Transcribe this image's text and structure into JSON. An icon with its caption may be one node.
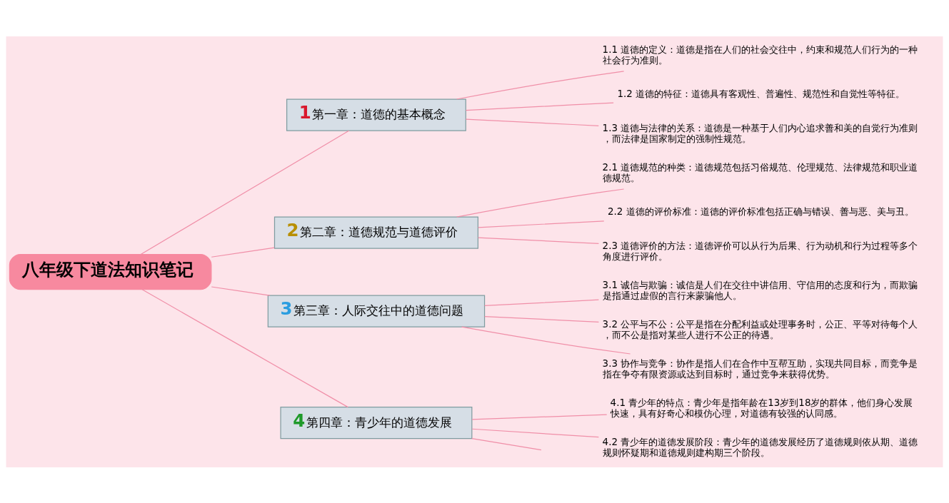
{
  "diagram": {
    "nodes": [
      {
        "text": [
          "八年级下道法知识笔记"
        ]
      },
      {
        "text": [
          "1",
          "第一章：道德的基本概念"
        ]
      },
      {
        "text": [
          "1.1 道德的定义：道德是指在人们的社会交往中，约束和规范人们行为的一种社会行为准则。"
        ]
      },
      {
        "text": [
          "1.2 道德的特征：道德具有客观性、普遍性、规范性和自觉性等特征。"
        ]
      },
      {
        "text": [
          "1.3 道德与法律的关系：道德是一种基于人们内心追求善和美的自觉行为准则，而法律是国家制定的强制性规范。"
        ]
      },
      {
        "text": [
          "2",
          "第二章：道德规范与道德评价"
        ]
      },
      {
        "text": [
          "2.1 道德规范的种类：道德规范包括习俗规范、伦理规范、法律规范和职业道德规范。"
        ]
      },
      {
        "text": [
          "2.2 道德的评价标准：道德的评价标准包括正确与错误、善与恶、美与丑。"
        ]
      },
      {
        "text": [
          "2.3 道德评价的方法：道德评价可以从行为后果、行为动机和行为过程等多个角度进行评价。"
        ]
      },
      {
        "text": [
          "3",
          "第三章：人际交往中的道德问题"
        ]
      },
      {
        "text": [
          "3.1 诚信与欺骗：诚信是人们在交往中讲信用、守信用的态度和行为，而欺骗是指通过虚假的言行来蒙骗他人。"
        ]
      },
      {
        "text": [
          "3.2 公平与不公：公平是指在分配利益或处理事务时，公正、平等对待每个人，而不公是指对某些人进行不公正的待遇。"
        ]
      },
      {
        "text": [
          "3.3 协作与竞争：协作是指人们在合作中互帮互助，实现共同目标，而竞争是指在争夺有限资源或达到目标时，通过竞争来获得优势。"
        ]
      },
      {
        "text": [
          "4",
          "第四章：青少年的道德发展"
        ]
      },
      {
        "text": [
          "4.1 青少年的特点：青少年是指年龄在13岁到18岁的群体，他们身心发展快速，具有好奇心和模仿心理，对道德有较强的认同感。"
        ]
      },
      {
        "text": [
          "4.2 青少年的道德发展阶段：青少年的道德发展经历了道德规则依从期、道德规则怀疑期和道德规则建构期三个阶段。"
        ]
      }
    ],
    "edges": [
      {
        "from": 0,
        "to": 1,
        "arrow": "none"
      },
      {
        "from": 0,
        "to": 5,
        "arrow": "none"
      },
      {
        "from": 0,
        "to": 9,
        "arrow": "none"
      },
      {
        "from": 0,
        "to": 13,
        "arrow": "none"
      },
      {
        "from": 1,
        "to": 2,
        "arrow": "none"
      },
      {
        "from": 1,
        "to": 3,
        "arrow": "none"
      },
      {
        "from": 1,
        "to": 4,
        "arrow": "none"
      },
      {
        "from": 5,
        "to": 6,
        "arrow": "none"
      },
      {
        "from": 5,
        "to": 7,
        "arrow": "none"
      },
      {
        "from": 5,
        "to": 8,
        "arrow": "none"
      },
      {
        "from": 9,
        "to": 10,
        "arrow": "none"
      },
      {
        "from": 9,
        "to": 11,
        "arrow": "none"
      },
      {
        "from": 9,
        "to": 12,
        "arrow": "none"
      },
      {
        "from": 13,
        "to": 14,
        "arrow": "none"
      },
      {
        "from": 13,
        "to": 15,
        "arrow": "none"
      },
      {
        "from": 13,
        "to": null,
        "arrow": "none"
      }
    ]
  }
}
